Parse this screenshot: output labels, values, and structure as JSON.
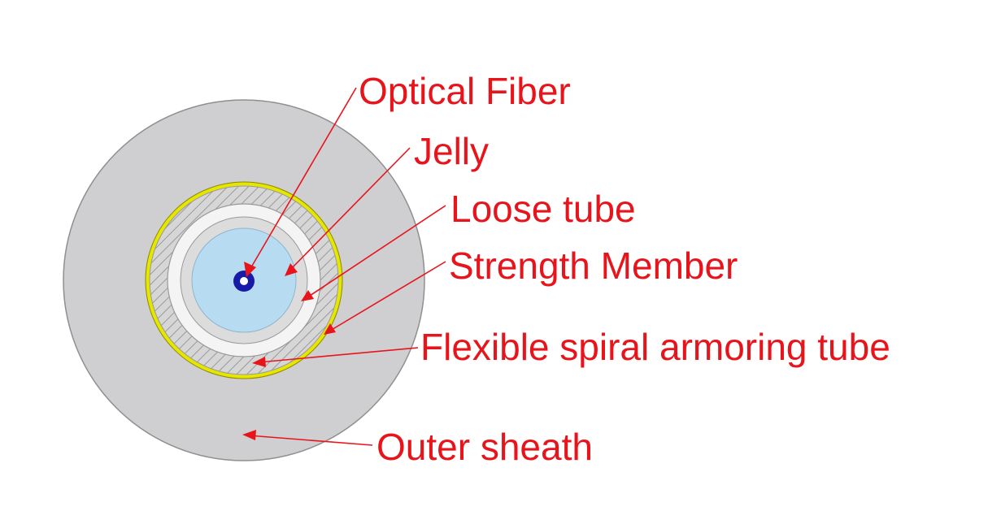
{
  "labels": {
    "optical_fiber": "Optical Fiber",
    "jelly": "Jelly",
    "loose_tube": "Loose tube",
    "strength_member": "Strength Member",
    "armoring_tube": "Flexible spiral armoring tube",
    "outer_sheath": "Outer sheath"
  },
  "colors": {
    "label": "#e8141c",
    "outer_sheath": "#cfcfd1",
    "strength_member": "#e6e600",
    "armoring_tube": "#c9c9c9",
    "loose_tube": "#f2f2f2",
    "jelly": "#b7dcf2",
    "fiber": "#1a1aa8"
  }
}
